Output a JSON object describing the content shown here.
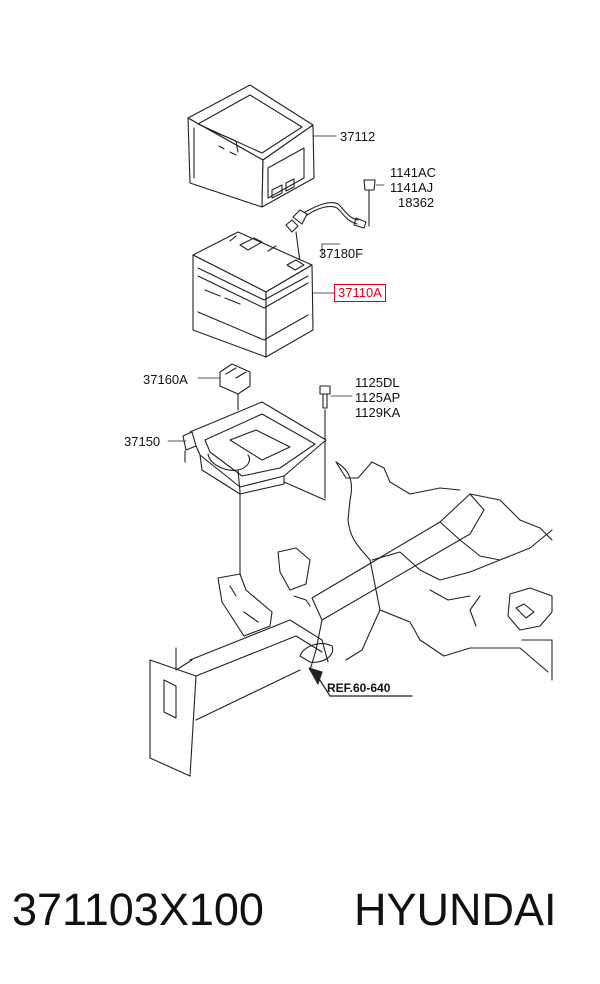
{
  "labels": {
    "tray_cover": "37112",
    "bolt_1": "1141AC",
    "bolt_2": "1141AJ",
    "bolt_3": "18362",
    "cable": "37180F",
    "battery": "37110A",
    "clamp": "37160A",
    "screw_1": "1125DL",
    "screw_2": "1125AP",
    "screw_3": "1129KA",
    "tray": "37150",
    "reference": "REF.60-640"
  },
  "highlight_color": "#e0001a",
  "footer": {
    "part_number": "371103X100",
    "brand": "HYUNDAI"
  }
}
